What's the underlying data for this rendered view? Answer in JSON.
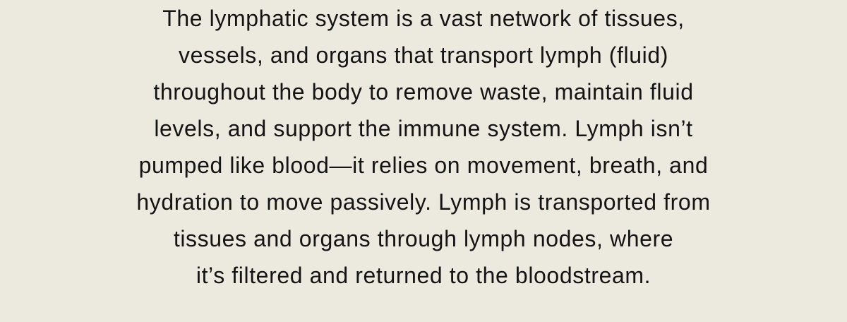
{
  "paragraph": {
    "lines": [
      "The lymphatic system is a vast network of tissues,",
      "vessels, and organs that transport lymph (fluid)",
      "throughout the body to remove waste, maintain fluid",
      "levels, and support the immune system. Lymph isn’t",
      "pumped like blood—it relies on movement, breath, and",
      "hydration to move passively. Lymph is transported from",
      "tissues and organs through lymph nodes, where",
      "it’s filtered and returned to the bloodstream."
    ]
  },
  "colors": {
    "background": "#ece9df",
    "text": "#141414"
  }
}
